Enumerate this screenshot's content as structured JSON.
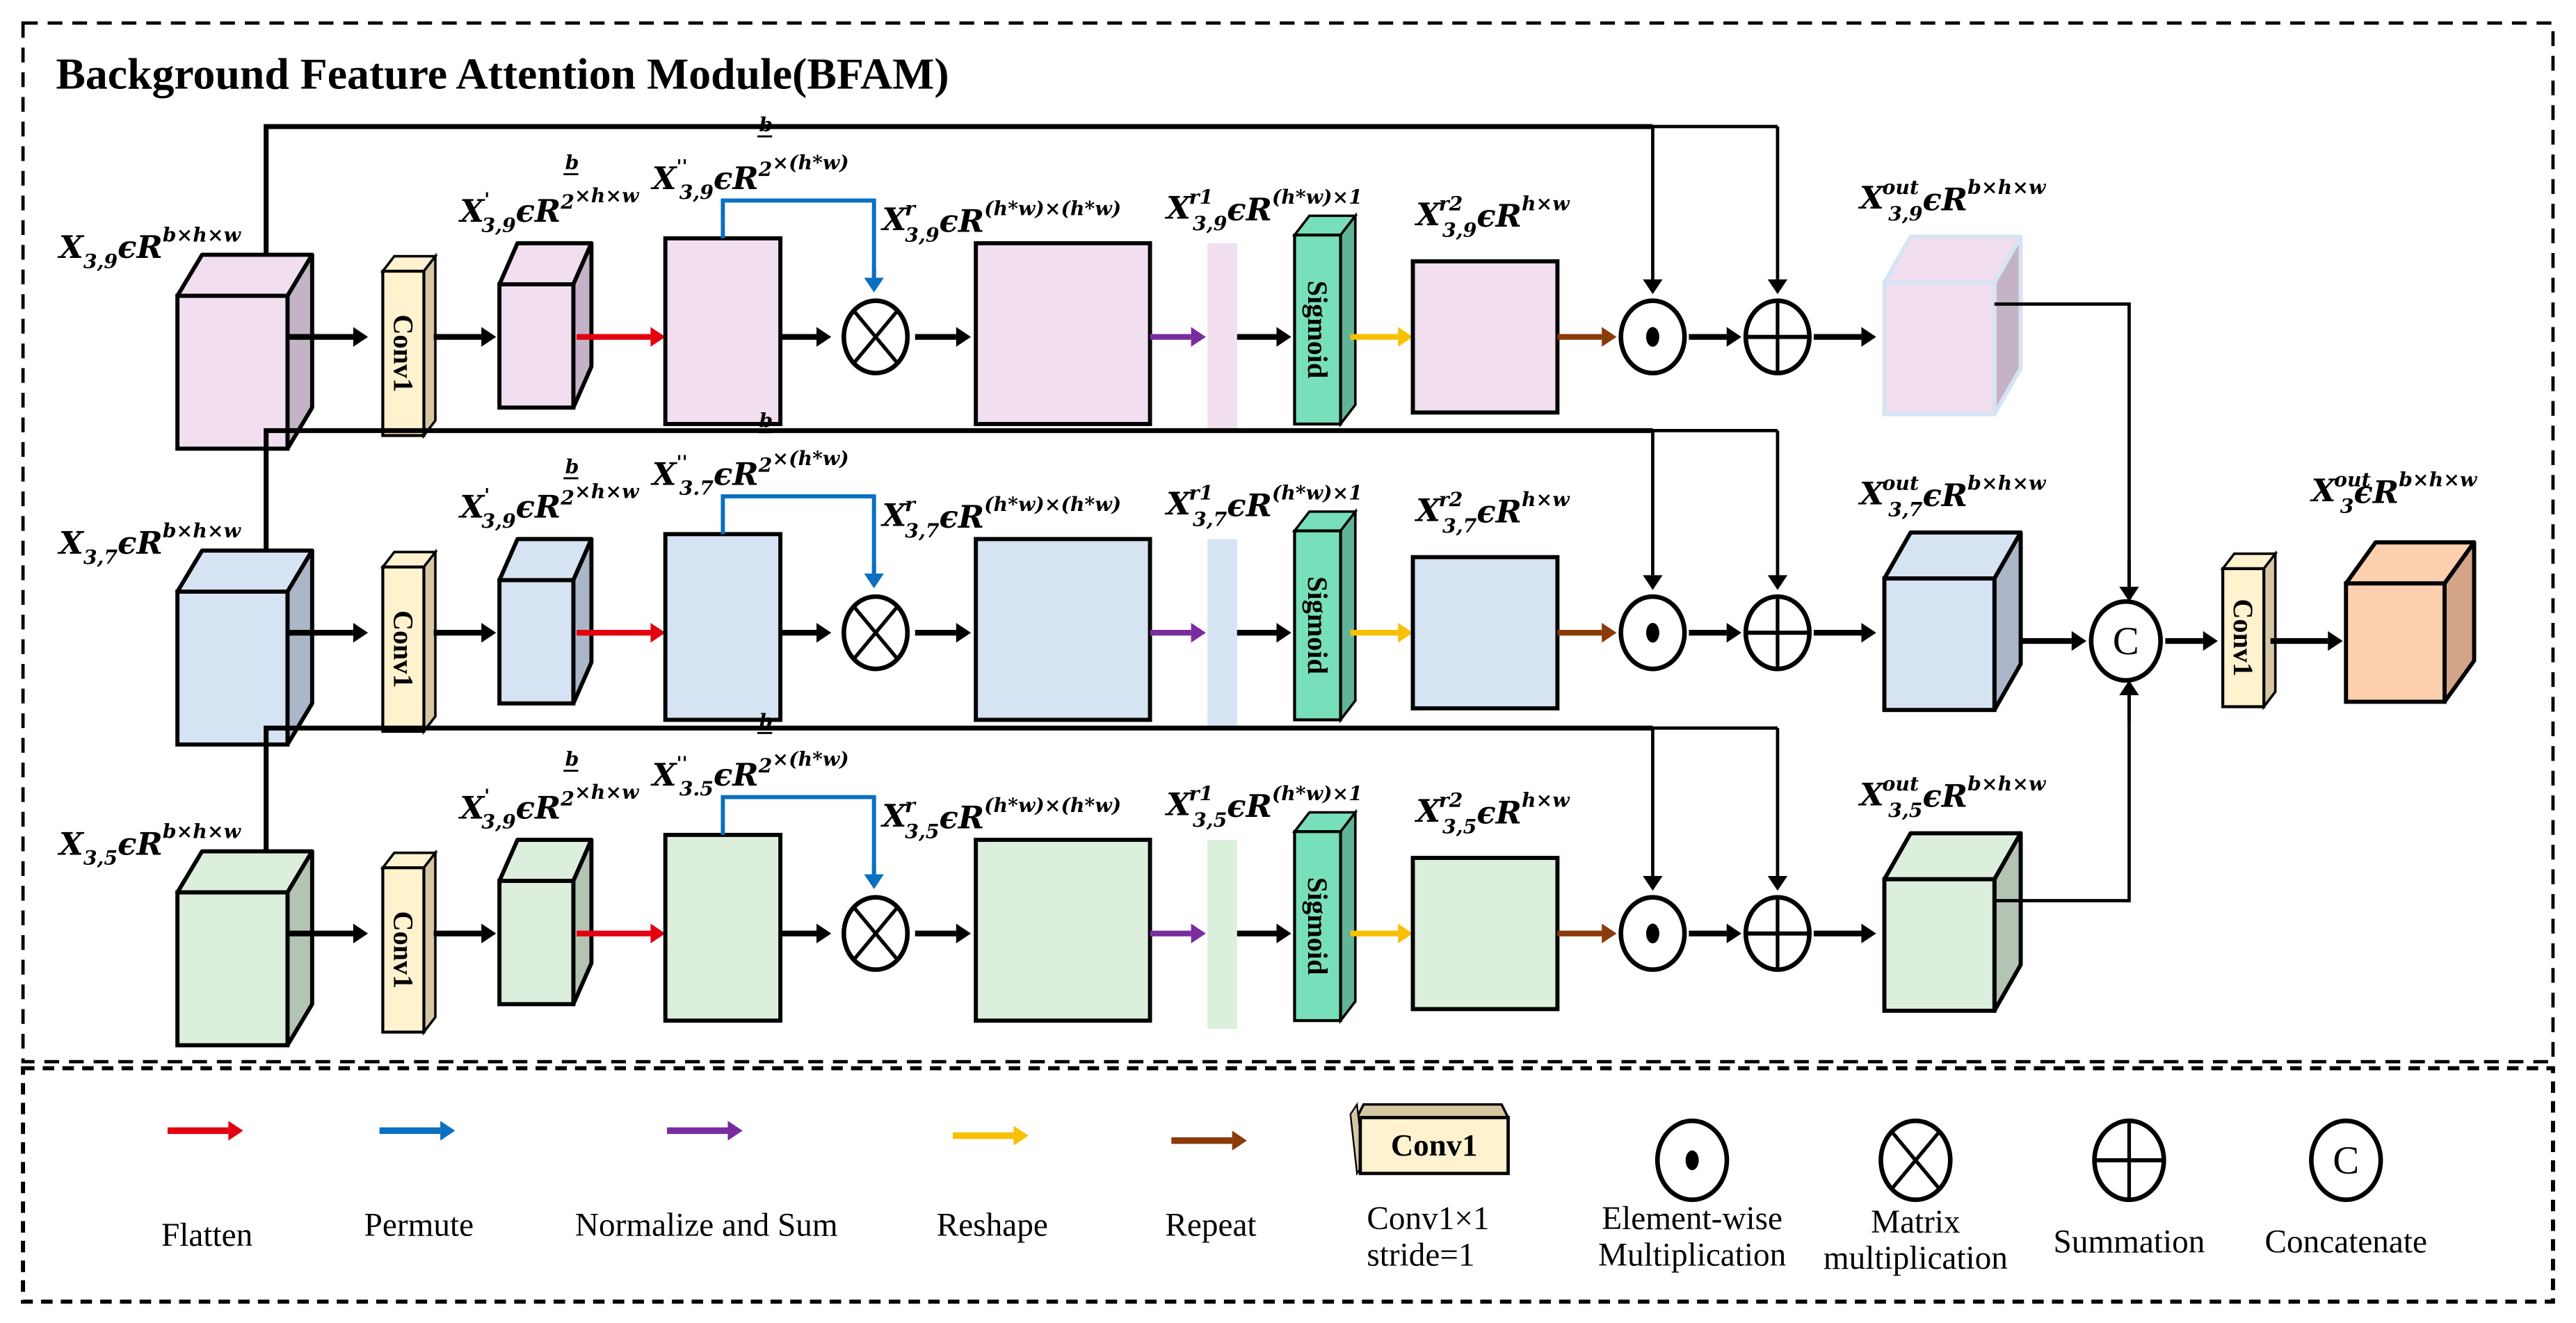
{
  "title": "Background Feature Attention Module(BFAM)",
  "colors": {
    "row1_face": "#f1dff0",
    "row1_side": "#c4b3c6",
    "row2_face": "#d6e3f2",
    "row2_side": "#abb7c8",
    "row3_face": "#dcefdc",
    "row3_side": "#b3c4b3",
    "output_face": "#fcd0ae",
    "output_side": "#d3a487",
    "conv_face": "#fff2cf",
    "conv_side": "#d6c7a3",
    "sigmoid_face": "#78dfbb",
    "sigmoid_side": "#5fb596",
    "flatten": "#e3000f",
    "permute": "#0a70c2",
    "normalize_sum": "#7a2c9e",
    "reshape": "#f8c000",
    "repeat": "#8b3a0a"
  },
  "rows": [
    {
      "id": "3,9",
      "input": {
        "base": "X",
        "sub": "3,9",
        "sup": "b×h×w"
      },
      "conv_out": {
        "base": "X",
        "prime": "'",
        "sub": "3,9",
        "sup": "b/2×h×w"
      },
      "flat": {
        "base": "X",
        "prime": "''",
        "sub": "3,9",
        "sup": "b/2×(h*w)"
      },
      "matmul": {
        "base": "X",
        "sub": "3,9",
        "supr": "r",
        "sup": "(h*w)×(h*w)"
      },
      "r1": {
        "base": "X",
        "sub": "3,9",
        "supr": "r1",
        "sup": "(h*w)×1"
      },
      "r2": {
        "base": "X",
        "sub": "3,9",
        "supr": "r2",
        "sup": "h×w"
      },
      "out": {
        "base": "X",
        "sub": "3,9",
        "supr": "out",
        "sup": "b×h×w"
      }
    },
    {
      "id": "3,7",
      "input": {
        "base": "X",
        "sub": "3,7",
        "sup": "b×h×w"
      },
      "conv_out": {
        "base": "X",
        "prime": "'",
        "sub": "3,9",
        "sup": "b/2×h×w"
      },
      "flat": {
        "base": "X",
        "prime": "''",
        "sub": "3.7",
        "sup": "b/2×(h*w)"
      },
      "matmul": {
        "base": "X",
        "sub": "3,7",
        "supr": "r",
        "sup": "(h*w)×(h*w)"
      },
      "r1": {
        "base": "X",
        "sub": "3,7",
        "supr": "r1",
        "sup": "(h*w)×1"
      },
      "r2": {
        "base": "X",
        "sub": "3,7",
        "supr": "r2",
        "sup": "h×w"
      },
      "out": {
        "base": "X",
        "sub": "3,7",
        "supr": "out",
        "sup": "b×h×w"
      }
    },
    {
      "id": "3,5",
      "input": {
        "base": "X",
        "sub": "3,5",
        "sup": "b×h×w"
      },
      "conv_out": {
        "base": "X",
        "prime": "'",
        "sub": "3,9",
        "sup": "b/2×h×w"
      },
      "flat": {
        "base": "X",
        "prime": "''",
        "sub": "3.5",
        "sup": "b/2×(h*w)"
      },
      "matmul": {
        "base": "X",
        "sub": "3,5",
        "supr": "r",
        "sup": "(h*w)×(h*w)"
      },
      "r1": {
        "base": "X",
        "sub": "3,5",
        "supr": "r1",
        "sup": "(h*w)×1"
      },
      "r2": {
        "base": "X",
        "sub": "3,5",
        "supr": "r2",
        "sup": "h×w"
      },
      "out": {
        "base": "X",
        "sub": "3,5",
        "supr": "out",
        "sup": "b×h×w"
      }
    }
  ],
  "final_output": {
    "base": "X",
    "sub": "3",
    "supr": "out",
    "sup": "b×h×w"
  },
  "block_labels": {
    "conv": "Conv1",
    "sigmoid": "Sigmoid",
    "concat": "C",
    "element_symbol": "⊙",
    "matrix_symbol": "⊗",
    "sum_symbol": "⊕",
    "epsilon": "ϵR"
  },
  "legend": [
    {
      "kind": "arrow",
      "color_key": "flatten",
      "label": "Flatten"
    },
    {
      "kind": "arrow",
      "color_key": "permute",
      "label": "Permute"
    },
    {
      "kind": "arrow",
      "color_key": "normalize_sum",
      "label": "Normalize and Sum"
    },
    {
      "kind": "arrow",
      "color_key": "reshape",
      "label": "Reshape"
    },
    {
      "kind": "arrow",
      "color_key": "repeat",
      "label": "Repeat"
    },
    {
      "kind": "conv",
      "box_label": "Conv1",
      "label_lines": [
        "Conv1×1",
        "stride=1"
      ]
    },
    {
      "kind": "dot",
      "label_lines": [
        "Element-wise",
        "Multiplication"
      ]
    },
    {
      "kind": "cross",
      "label_lines": [
        "Matrix",
        "multiplication"
      ]
    },
    {
      "kind": "plus",
      "label_lines": [
        "Summation"
      ]
    },
    {
      "kind": "concat",
      "box_label": "C",
      "label_lines": [
        "Concatenate"
      ]
    }
  ]
}
